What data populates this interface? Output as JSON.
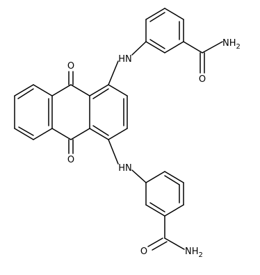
{
  "molecule": {
    "atoms": {
      "o_upper": "O",
      "o_lower": "O",
      "nh_upper": "HN",
      "nh_lower": "HN",
      "amide_o_upper": "O",
      "amide_nh2_upper": "NH",
      "amide_nh2_upper_sub": "2",
      "amide_o_lower": "O",
      "amide_nh2_lower": "NH",
      "amide_nh2_lower_sub": "2"
    }
  },
  "colors": {
    "bond": "#000000",
    "label": "#000000",
    "background": "#ffffff"
  }
}
